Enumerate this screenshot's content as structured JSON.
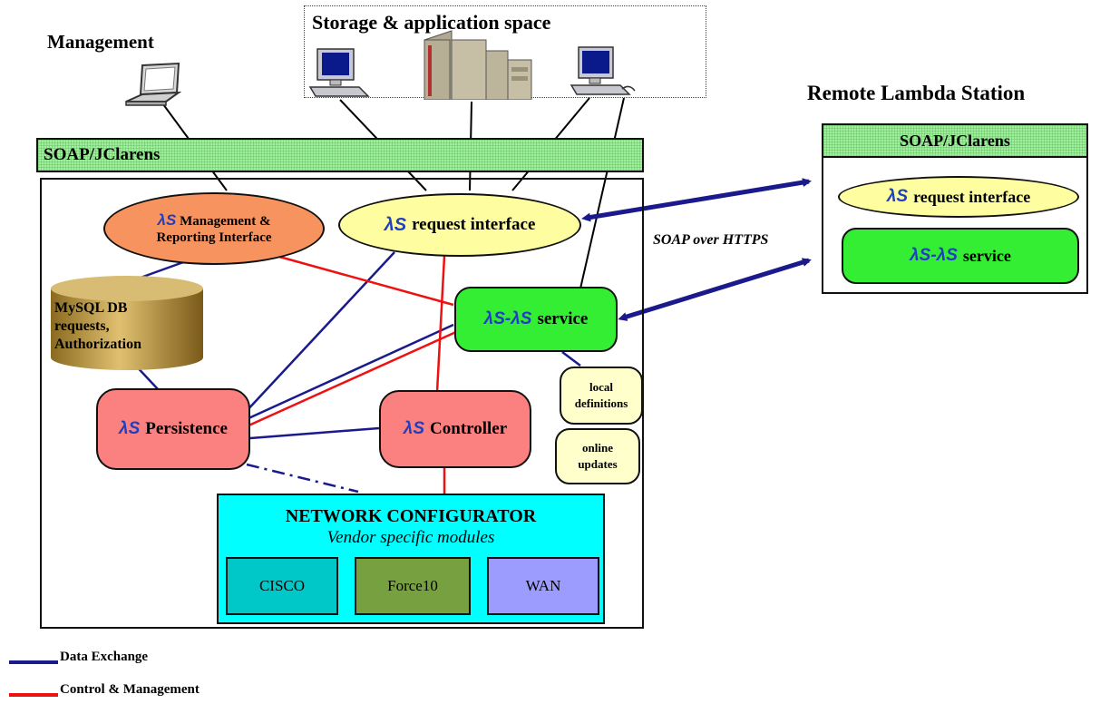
{
  "management": {
    "title": "Management"
  },
  "storage": {
    "title": "Storage & application space"
  },
  "remote": {
    "title": "Remote Lambda Station",
    "soap_label": "SOAP/JClarens",
    "request_interface": {
      "lambda": "λS",
      "label": "request interface"
    },
    "service": {
      "lambda": "λS-λS",
      "label": "service"
    }
  },
  "local": {
    "soap_label": "SOAP/JClarens",
    "mgmt_interface": {
      "lambda": "λS",
      "line1": "Management &",
      "line2": "Reporting Interface"
    },
    "request_interface": {
      "lambda": "λS",
      "label": "request interface"
    },
    "service": {
      "lambda": "λS-λS",
      "label": "service"
    },
    "mysql": {
      "line1": "MySQL DB",
      "line2": "requests,",
      "line3": "Authorization"
    },
    "persistence": {
      "lambda": "λS",
      "label": "Persistence"
    },
    "controller": {
      "lambda": "λS",
      "label": "Controller"
    },
    "local_defs": {
      "line1": "local",
      "line2": "definitions"
    },
    "online_updates": {
      "line1": "online",
      "line2": "updates"
    },
    "net_config": {
      "title": "NETWORK CONFIGURATOR",
      "subtitle": "Vendor specific modules",
      "modules": [
        "CISCO",
        "Force10",
        "WAN"
      ]
    }
  },
  "soap_https_label": "SOAP over HTTPS",
  "legend": [
    {
      "label": "Data Exchange",
      "color": "#1a1a8c"
    },
    {
      "label": "Control & Management",
      "color": "#ee1111"
    }
  ],
  "colors": {
    "soap_green": "#9ff09b",
    "mgmt_orange": "#f7935f",
    "request_yellow": "#fefea0",
    "service_green": "#33ee33",
    "persistence_red": "#fb8080",
    "cyan": "#00ffff",
    "cisco": "#00c8c8",
    "force10": "#77a040",
    "wan": "#9c9cff",
    "note_yellow": "#ffffcc",
    "db_gold": "#b09040",
    "data_line": "#1a1a8c",
    "control_line": "#ee1111",
    "arrow": "#1a1a8c"
  }
}
